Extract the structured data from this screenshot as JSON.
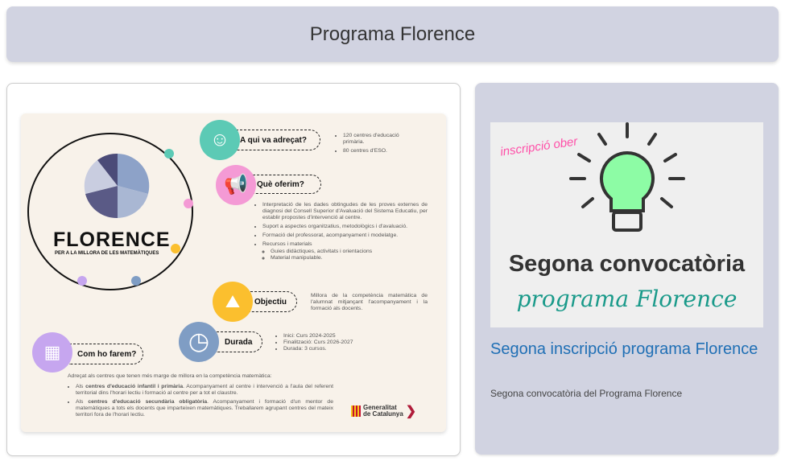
{
  "header": {
    "title": "Programa Florence"
  },
  "infographic": {
    "logo_title": "FLORENCE",
    "logo_subtitle": "PER A LA MILLORA DE LES MATEMÀTIQUES",
    "sections": {
      "who": {
        "label": "A qui va adreçat?",
        "items": [
          "120 centres d'educació primària.",
          "80 centres d'ESO."
        ]
      },
      "offer": {
        "label": "Què oferim?",
        "items": [
          "Interpretació de les dades obtingudes de les proves externes de diagnosi del Consell Superior d'Avaluació del Sistema Educatiu, per establir propostes d'intervenció al centre.",
          "Suport a aspectes organitzatius, metodològics i d'avaluació.",
          "Formació del professorat, acompanyament i modelatge.",
          "Recursos i materials"
        ],
        "subitems": [
          "Guies didàctiques, activitats i orientacions",
          "Material manipulable."
        ]
      },
      "goal": {
        "label": "Objectiu",
        "text": "Millora de la competència matemàtica de l'alumnat mitjançant l'acompanyament i la formació als docents."
      },
      "duration": {
        "label": "Durada",
        "items": [
          "Inici: Curs 2024-2025",
          "Finalització: Curs 2026-2027",
          "Durada: 3 cursos."
        ]
      },
      "how": {
        "label": "Com ho farem?",
        "intro": "Adreçat als centres que tenen més marge de millora en la competència matemàtica:",
        "items": [
          {
            "bold": "centres d'educació infantil i primària",
            "pre": "Als ",
            "post": ". Acompanyament al centre i intervenció a l'aula del referent territorial dins l'horari lectiu i formació al centre per a tot el claustre."
          },
          {
            "bold": "centres d'educació secundària obligatòria",
            "pre": "Als ",
            "post": ". Acompanyament i formació d'un mentor de matemàtiques a tots els docents que imparteixen matemàtiques. Treballarem agrupant centres del mateix territori fora de l'horari lectiu."
          }
        ]
      }
    },
    "footer_logo": [
      "Generalitat",
      "de Catalunya"
    ]
  },
  "promo": {
    "banner_top": "inscripció ober",
    "heading": "Segona convocatòria",
    "script": "programa Florence",
    "title": "Segona inscripció programa Florence",
    "description": "Segona convocatòria del Programa Florence"
  },
  "colors": {
    "teal": "#5ccab5",
    "pink": "#f49ad5",
    "yellow": "#fbbf2e",
    "blue": "#7f9dc4",
    "lilac": "#c6a6ef",
    "link": "#1f6fb5"
  }
}
